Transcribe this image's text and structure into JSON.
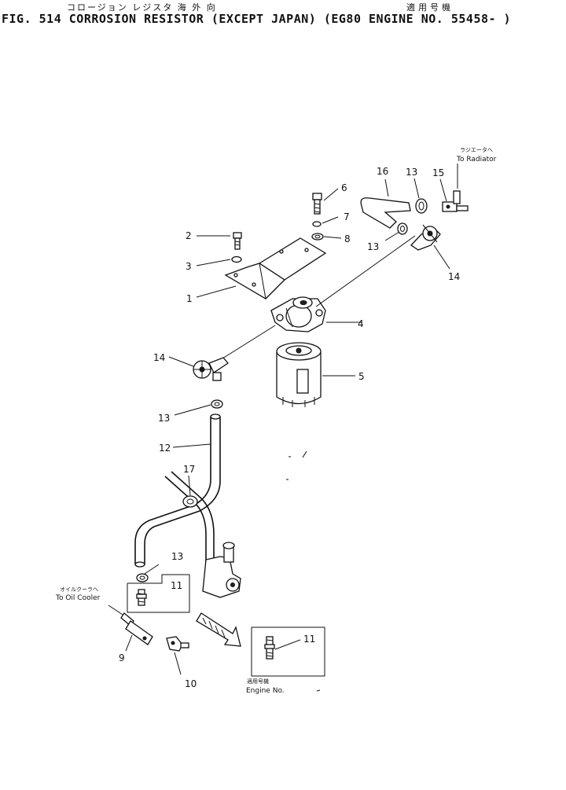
{
  "header": {
    "japanese_title": "コロージョン レジスタ 海 外 向",
    "japanese_applicable": "適用号機",
    "title": "FIG. 514  CORROSION RESISTOR (EXCEPT JAPAN) (EG80 ENGINE NO. 55458- )"
  },
  "notes": {
    "to_radiator_jp": "ラジエータへ",
    "to_radiator": "To Radiator",
    "to_oil_cooler_jp": "オイルクーラへ",
    "to_oil_cooler": "To Oil Cooler",
    "engine_no_jp": "適用号機",
    "engine_no": "Engine No."
  },
  "callouts": {
    "c1": "1",
    "c2": "2",
    "c3": "3",
    "c4": "4",
    "c5": "5",
    "c6": "6",
    "c7": "7",
    "c8": "8",
    "c9": "9",
    "c10": "10",
    "c11a": "11",
    "c11b": "11",
    "c12": "12",
    "c13a": "13",
    "c13b": "13",
    "c13c": "13",
    "c13d": "13",
    "c14a": "14",
    "c14b": "14",
    "c15": "15",
    "c16": "16",
    "c17": "17"
  }
}
